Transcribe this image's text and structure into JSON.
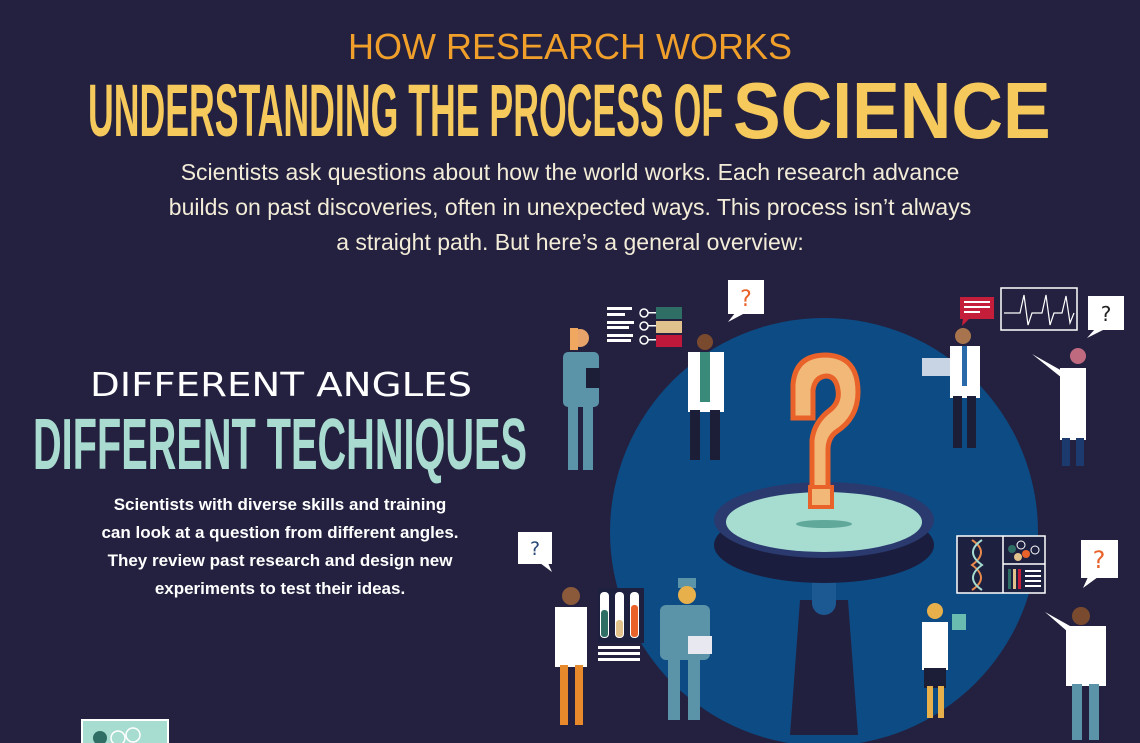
{
  "header": {
    "kicker": "HOW RESEARCH WORKS",
    "title_main": "UNDERSTANDING THE PROCESS OF",
    "title_emphasis": "SCIENCE",
    "intro_lines": [
      "Scientists ask questions about how the world works. Each research advance",
      "builds on past discoveries, often in unexpected ways. This process isn’t always",
      "a straight path. But here’s a general overview:"
    ]
  },
  "section": {
    "kicker": "DIFFERENT ANGLES",
    "title": "DIFFERENT TECHNIQUES",
    "body_lines": [
      "Scientists with diverse skills and training",
      "can look at a question from different angles.",
      "They review past research and design new",
      "experiments to test their ideas."
    ]
  },
  "illustration": {
    "bubble_mark": "?",
    "center_mark": "?"
  },
  "colors": {
    "background": "#23213f",
    "kicker": "#f0a02a",
    "title": "#f5c95c",
    "section_title": "#a9dbd0",
    "circle": "#0d4b84",
    "question_fill": "#f2b878",
    "question_stroke": "#e8622a"
  }
}
